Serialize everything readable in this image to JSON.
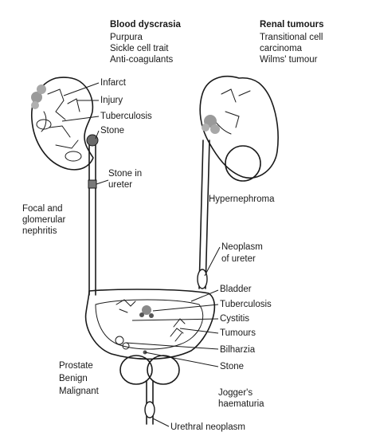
{
  "blood_dyscrasia": {
    "heading": "Blood dyscrasia",
    "items": [
      "Purpura",
      "Sickle cell trait",
      "Anti-coagulants"
    ]
  },
  "renal_tumours": {
    "heading": "Renal tumours",
    "items": [
      "Transitional cell",
      "carcinoma",
      "Wilms' tumour"
    ]
  },
  "left_kidney": {
    "infarct": "Infarct",
    "injury": "Injury",
    "tuberculosis": "Tuberculosis",
    "stone": "Stone"
  },
  "ureter": {
    "stone_line1": "Stone in",
    "stone_line2": "ureter",
    "neoplasm_line1": "Neoplasm",
    "neoplasm_line2": "of ureter"
  },
  "nephritis": {
    "line1": "Focal and",
    "line2": "glomerular",
    "line3": "nephritis"
  },
  "right_kidney": {
    "hypernephroma": "Hypernephroma"
  },
  "bladder": {
    "bladder": "Bladder",
    "tuberculosis": "Tuberculosis",
    "cystitis": "Cystitis",
    "tumours": "Tumours",
    "bilharzia": "Bilharzia",
    "stone": "Stone"
  },
  "prostate": {
    "line1": "Prostate",
    "line2": "Benign",
    "line3": "Malignant"
  },
  "joggers": {
    "line1": "Jogger's",
    "line2": "haematuria"
  },
  "urethra": {
    "neoplasm": "Urethral neoplasm"
  }
}
